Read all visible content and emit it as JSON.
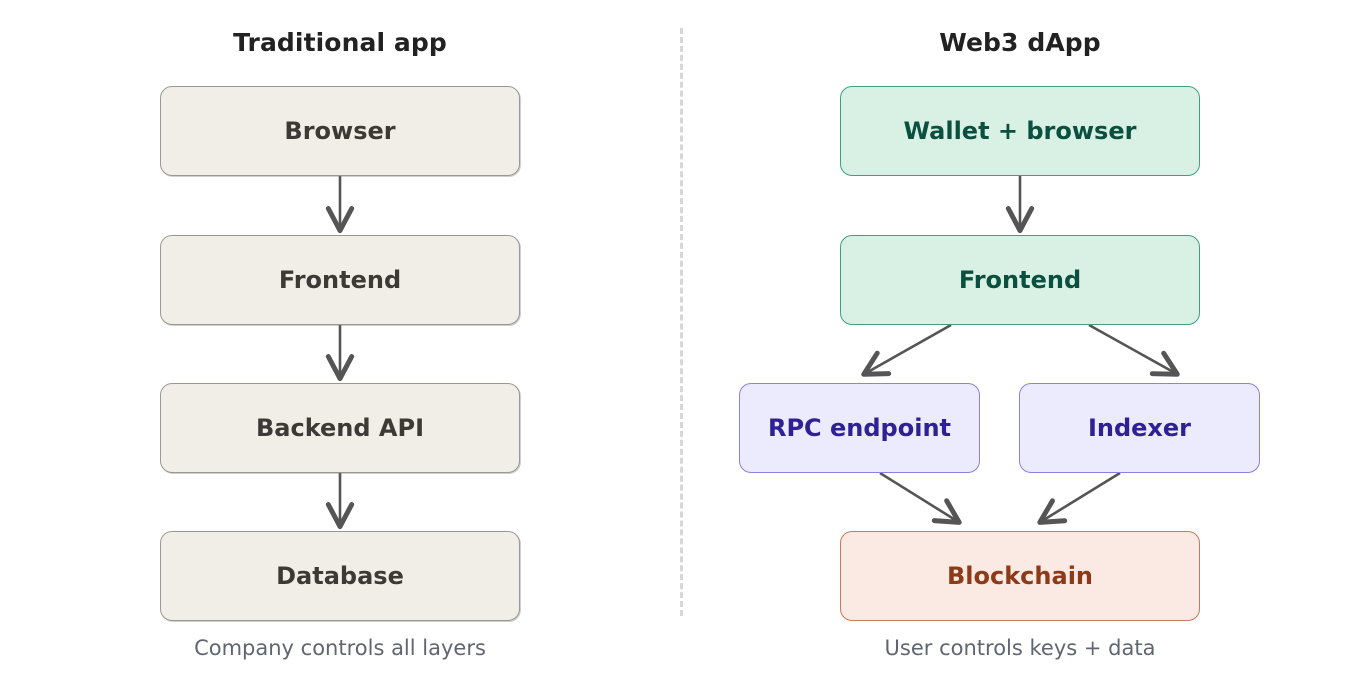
{
  "diagram": {
    "title_left": "Traditional app",
    "title_right": "Web3 dApp",
    "caption_left": "Company controls all layers",
    "caption_right": "User controls keys + data",
    "divider": "vertical-dashed-divider"
  },
  "traditional": {
    "nodes": [
      {
        "id": "browser",
        "label": "Browser"
      },
      {
        "id": "frontend",
        "label": "Frontend"
      },
      {
        "id": "backend",
        "label": "Backend API"
      },
      {
        "id": "database",
        "label": "Database"
      }
    ],
    "edges": [
      {
        "from": "browser",
        "to": "frontend"
      },
      {
        "from": "frontend",
        "to": "backend"
      },
      {
        "from": "backend",
        "to": "database"
      }
    ]
  },
  "web3": {
    "nodes": [
      {
        "id": "wallet",
        "label": "Wallet + browser"
      },
      {
        "id": "frontend",
        "label": "Frontend"
      },
      {
        "id": "rpc",
        "label": "RPC endpoint"
      },
      {
        "id": "indexer",
        "label": "Indexer"
      },
      {
        "id": "blockchain",
        "label": "Blockchain"
      }
    ],
    "edges": [
      {
        "from": "wallet",
        "to": "frontend"
      },
      {
        "from": "frontend",
        "to": "rpc"
      },
      {
        "from": "frontend",
        "to": "indexer"
      },
      {
        "from": "rpc",
        "to": "blockchain"
      },
      {
        "from": "indexer",
        "to": "blockchain"
      }
    ]
  },
  "colors": {
    "background": "#ffffff",
    "title_text": "#222222",
    "caption_text": "#5f6670",
    "arrow": "#555555",
    "divider": "#d7d7d3",
    "traditional_fill": "#f1eee7",
    "traditional_border": "#9a9890",
    "traditional_text": "#3d3a36",
    "green_fill": "#d9f0e4",
    "green_border": "#3f9f83",
    "green_text": "#0b4f3f",
    "purple_fill": "#eceafd",
    "purple_border": "#8d81df",
    "purple_text": "#2f2096",
    "salmon_fill": "#fbeae3",
    "salmon_border": "#c5795a",
    "salmon_text": "#8c3a18"
  }
}
